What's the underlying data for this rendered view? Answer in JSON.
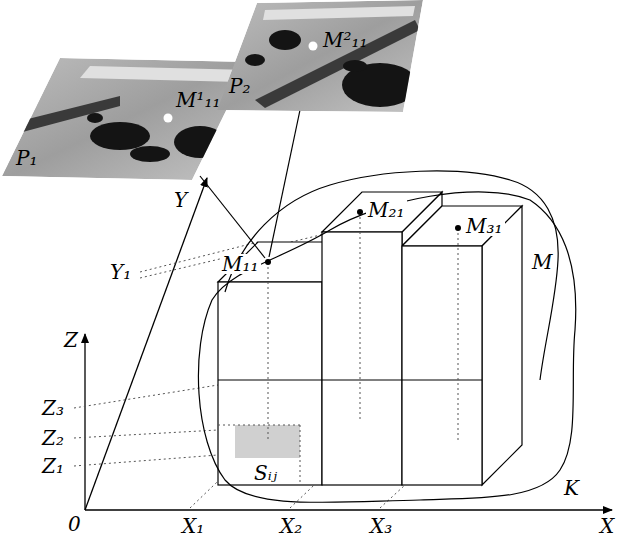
{
  "diagram": {
    "nodes": [
      {
        "text": [
          "M¹₁₁",
          "P₁"
        ]
      },
      {
        "text": [
          "M²₁₁",
          "P₂"
        ]
      }
    ],
    "labels": [
      "Y",
      "Z",
      "Y₁",
      "Z₃",
      "Z₂",
      "Z₁",
      "0",
      "X₁",
      "X₂",
      "X₃",
      "X",
      "M₁₁",
      "M₂₁",
      "M₃₁",
      "Sᵢⱼ",
      "M",
      "K"
    ]
  }
}
